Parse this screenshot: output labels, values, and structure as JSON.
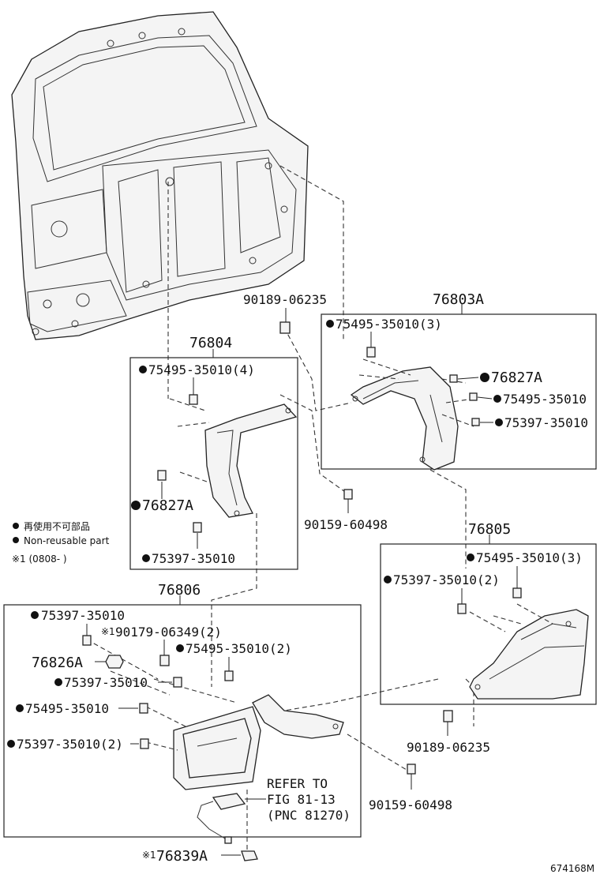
{
  "groups": {
    "g76803A": "76803A",
    "g76804": "76804",
    "g76805": "76805",
    "g76806": "76806"
  },
  "labels": {
    "p90189_top": "90189-06235",
    "p75495_3_a": "75495-35010(3)",
    "p76827A_right": "76827A",
    "p75495_right": "75495-35010",
    "p75397_right": "75397-35010",
    "p75495_4": "75495-35010(4)",
    "p76827A_left": "76827A",
    "p90159_mid": "90159-60498",
    "p75397_mid": "75397-35010",
    "p75495_3_b": "75495-35010(3)",
    "p75397_2_b": "75397-35010(2)",
    "p90189_bottom": "90189-06235",
    "p75397_g6_a": "75397-35010",
    "p90179": "90179-06349(2)",
    "p76826A": "76826A",
    "p75495_2": "75495-35010(2)",
    "p75397_g6_b": "75397-35010",
    "p75495_g6": "75495-35010",
    "p75397_2_g6": "75397-35010(2)",
    "refer1": "REFER TO",
    "refer2": "FIG 81-13",
    "refer3": "(PNC 81270)",
    "p90159_bottom": "90159-60498",
    "p76839A": "76839A",
    "mark_ref": "※1"
  },
  "legend": {
    "jp": "再使用不可部品",
    "en": "Non-reusable part",
    "note": "※1 (0808-    )"
  },
  "figure_id": "674168M"
}
